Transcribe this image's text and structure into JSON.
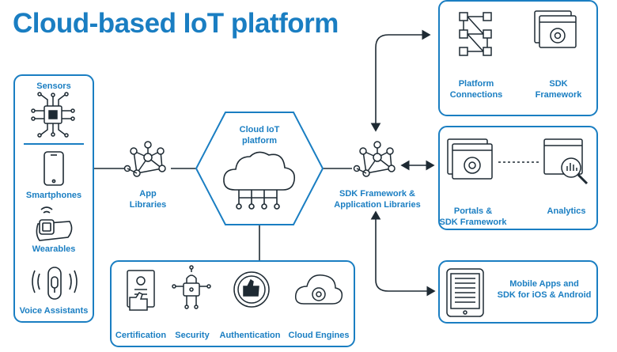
{
  "title": "Cloud-based IoT platform",
  "colors": {
    "accent": "#1A7EC2",
    "ink": "#1E2A33"
  },
  "left_panel": {
    "sensors": "Sensors",
    "smartphones": "Smartphones",
    "wearables": "Wearables",
    "voice_assistants": "Voice Assistants"
  },
  "hubs": {
    "app_libraries": [
      "App",
      "Libraries"
    ],
    "cloud_platform": [
      "Cloud IoT",
      "platform"
    ],
    "sdk_framework_libraries": [
      "SDK Framework &",
      "Application Libraries"
    ]
  },
  "bottom_panel": {
    "certification": "Certification",
    "security": "Security",
    "authentication": "Authentication",
    "cloud_engines": "Cloud Engines"
  },
  "right_top": {
    "platform_connections": [
      "Platform",
      "Connections"
    ],
    "sdk_framework": [
      "SDK",
      "Framework"
    ]
  },
  "right_mid": {
    "portals_sdk": [
      "Portals &",
      "SDK Framework"
    ],
    "analytics": "Analytics"
  },
  "right_bottom": {
    "mobile_apps": [
      "Mobile Apps and",
      "SDK for iOS & Android"
    ]
  }
}
